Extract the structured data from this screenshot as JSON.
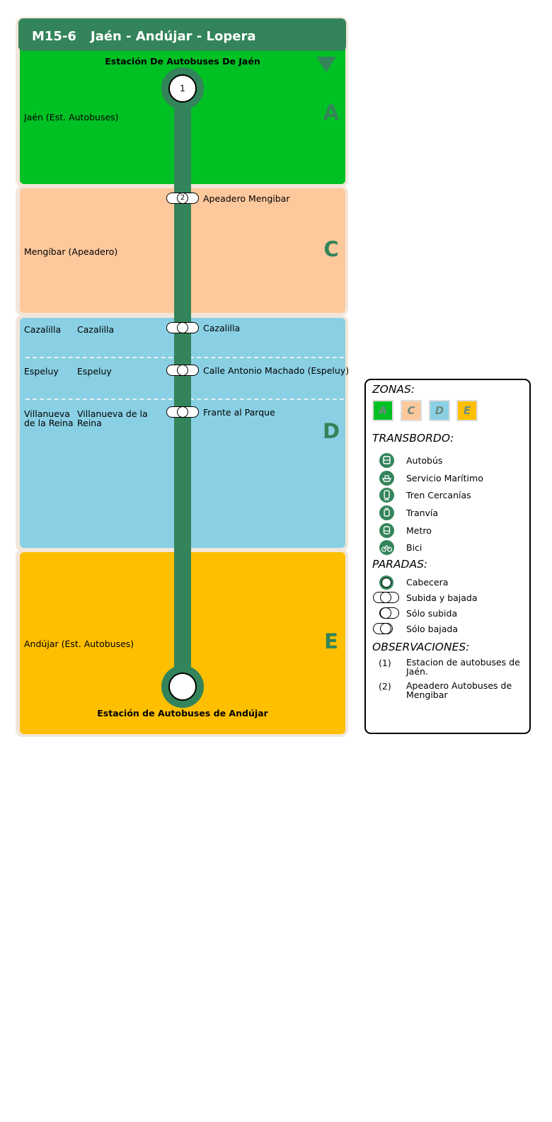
{
  "header": {
    "route_code": "M15-6",
    "route_name": "Jaén - Andújar - Lopera",
    "color": "#33845a"
  },
  "terminals": {
    "origin": "Estación De Autobuses De Jaén",
    "destination": "Estación de Autobuses de Andújar",
    "origin_note": "1"
  },
  "zones": [
    {
      "letter": "A",
      "color": "#00c124"
    },
    {
      "letter": "C",
      "color": "#fec89d"
    },
    {
      "letter": "D",
      "color": "#8ad0e4"
    },
    {
      "letter": "E",
      "color": "#fdbf00"
    }
  ],
  "municipalities": {
    "jaen": "Jaén (Est. Autobuses)",
    "mengibar": "Mengíbar (Apeadero)",
    "cazalilla_1": "Cazalilla",
    "cazalilla_2": "Cazalilla",
    "espeluy_1": "Espeluy",
    "espeluy_2": "Espeluy",
    "villanueva_1": "Villanueva de la Reina",
    "villanueva_2": "Villanueva de la Reina",
    "andujar": "Andújar (Est. Autobuses)"
  },
  "stops": [
    {
      "name": "Apeadero Mengibar",
      "note": "2"
    },
    {
      "name": "Cazalilla",
      "note": ""
    },
    {
      "name": "Calle Antonio Machado (Espeluy)",
      "note": ""
    },
    {
      "name": "Frante al Parque",
      "note": ""
    }
  ],
  "legend": {
    "zonas_title": "ZONAS:",
    "zone_swatches": [
      "A",
      "C",
      "D",
      "E"
    ],
    "transbordo_title": "TRANSBORDO:",
    "transbordo": [
      {
        "label": "Autobús",
        "icon": "bus-icon"
      },
      {
        "label": "Servicio Marítimo",
        "icon": "ferry-icon"
      },
      {
        "label": "Tren Cercanías",
        "icon": "train-icon"
      },
      {
        "label": "Tranvía",
        "icon": "tram-icon"
      },
      {
        "label": "Metro",
        "icon": "metro-icon"
      },
      {
        "label": "Bici",
        "icon": "bike-icon"
      }
    ],
    "paradas_title": "PARADAS:",
    "paradas": [
      "Cabecera",
      "Subida y bajada",
      "Sólo subida",
      "Sólo bajada"
    ],
    "observaciones_title": "OBSERVACIONES:",
    "observaciones": [
      {
        "num": "(1)",
        "text": "Estacion de autobuses de Jaén."
      },
      {
        "num": "(2)",
        "text": "Apeadero Autobuses de Mengibar"
      }
    ]
  }
}
